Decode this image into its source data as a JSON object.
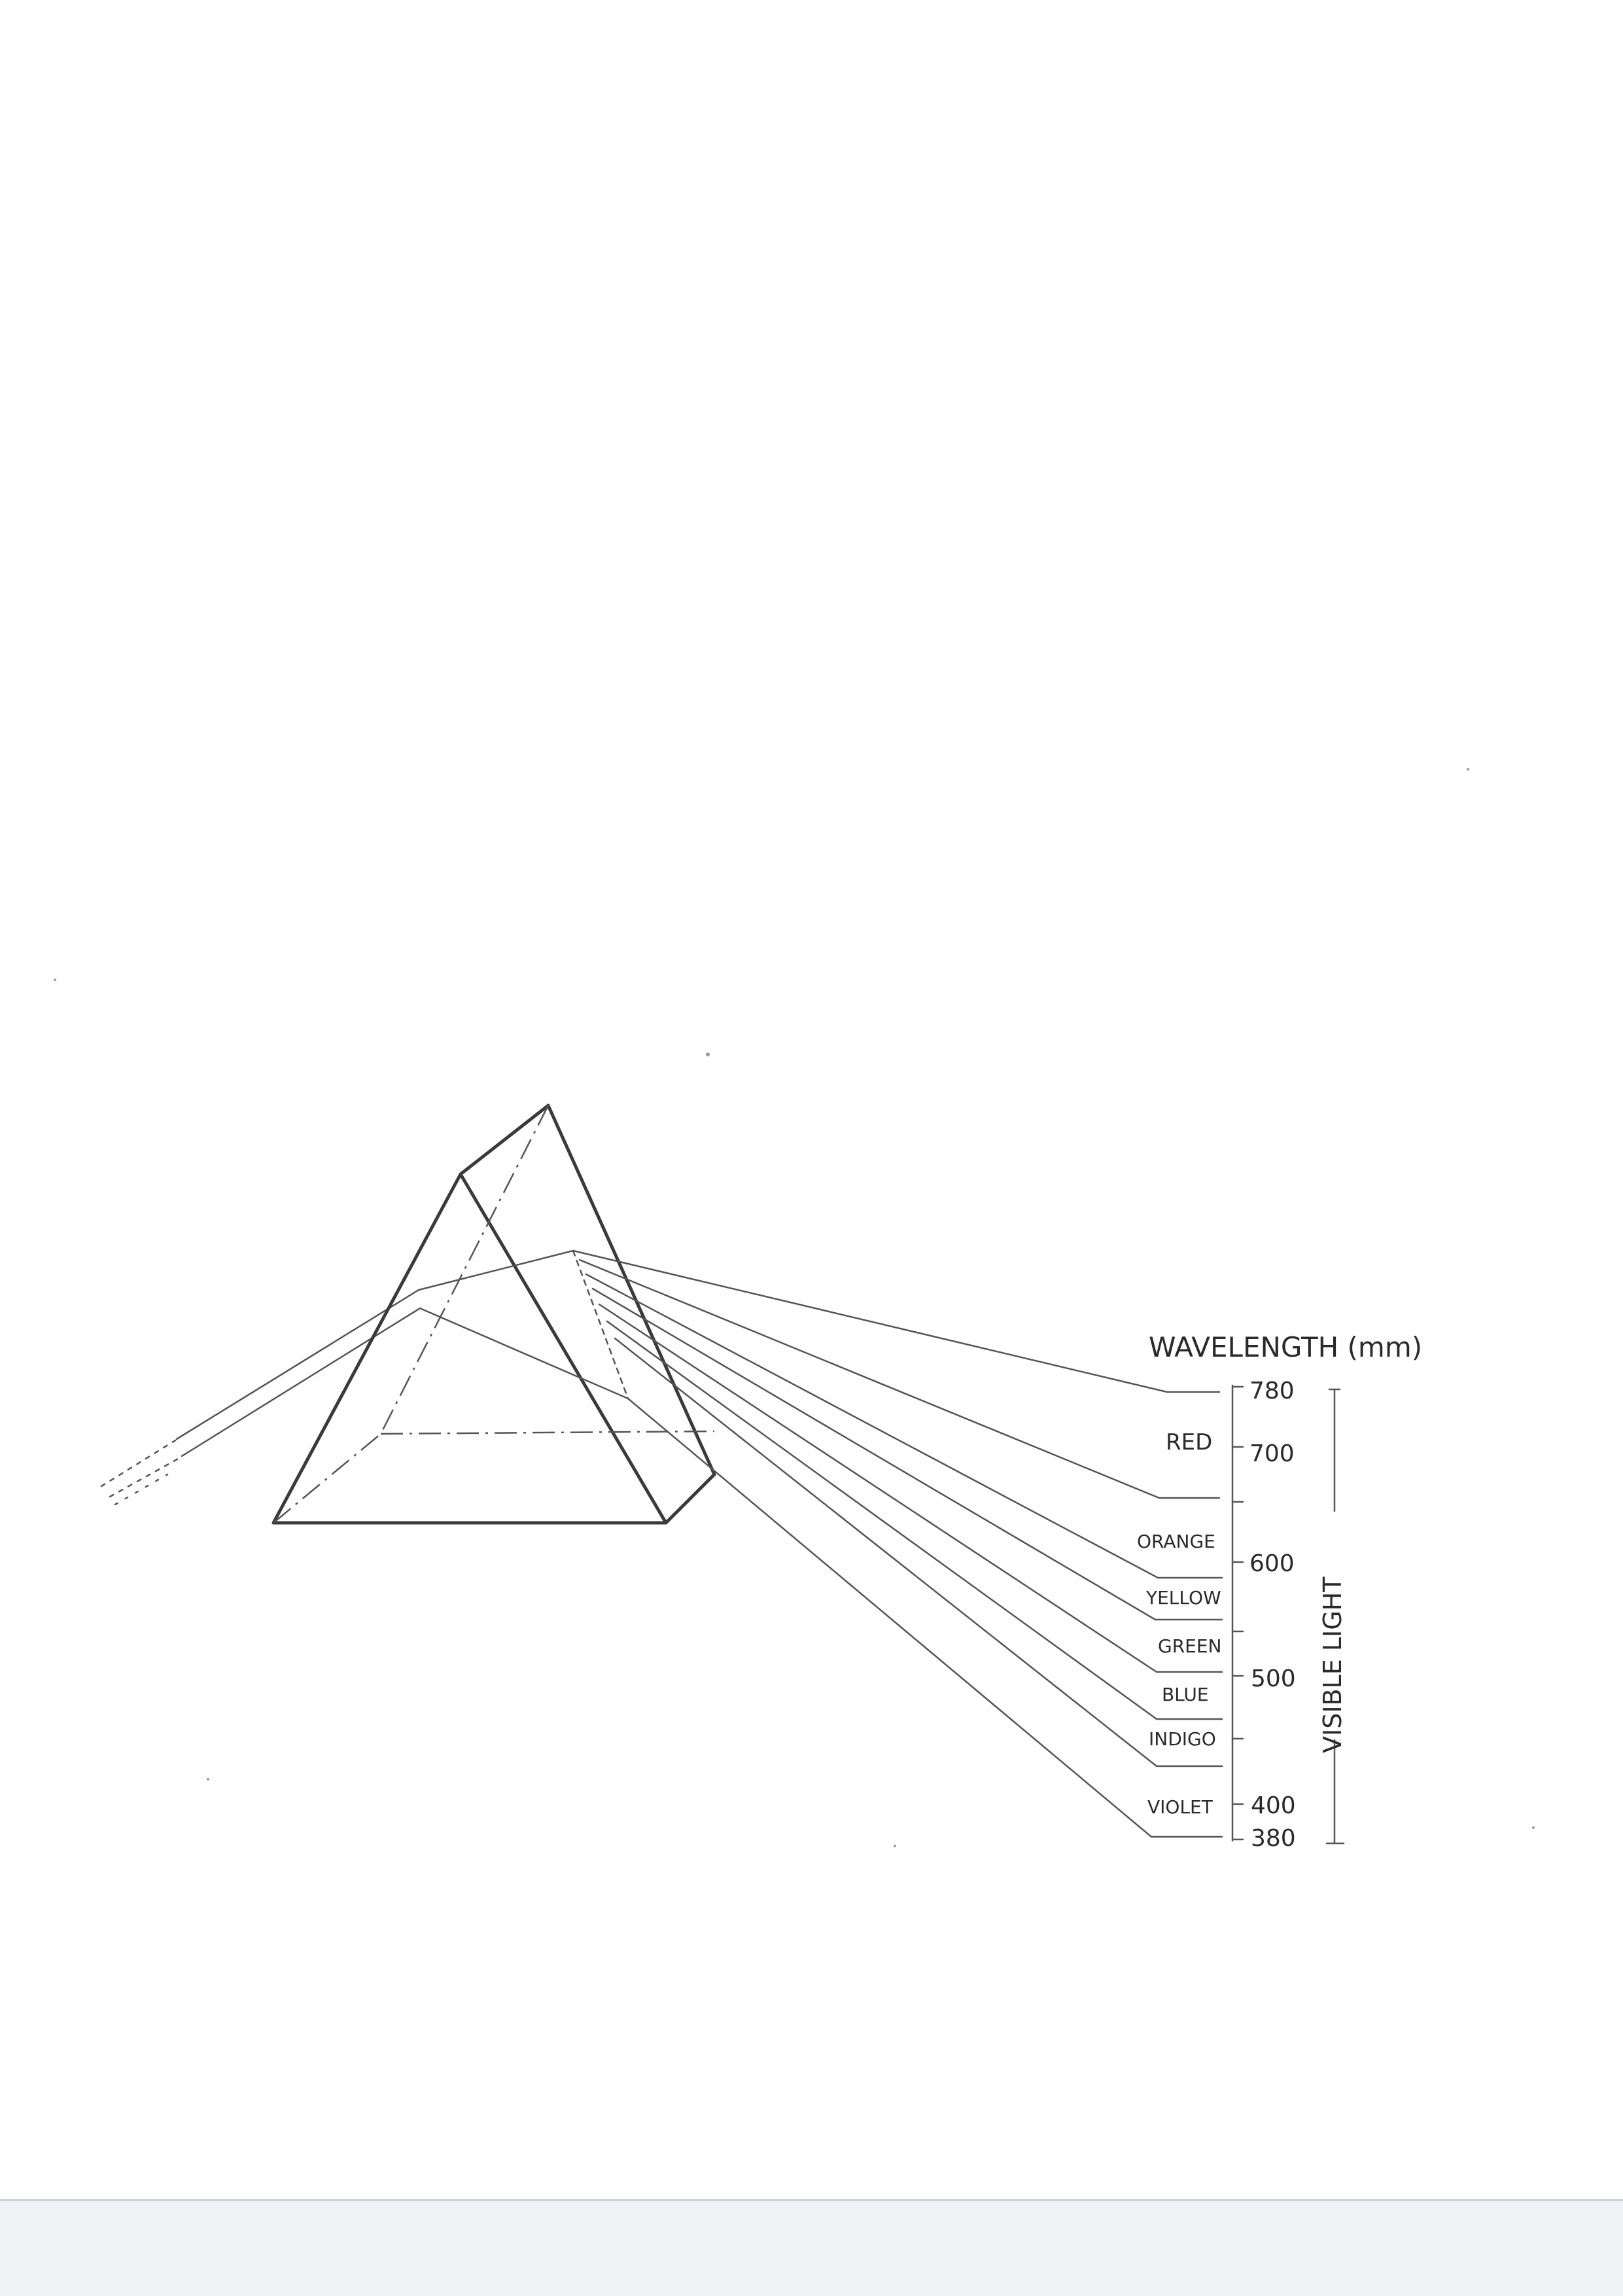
{
  "diagram": {
    "axis_title": "WAVELENGTH (mm)",
    "side_label": "VISIBLE LIGHT",
    "ticks": [
      "780",
      "700",
      "600",
      "500",
      "400",
      "380"
    ],
    "bands": [
      "RED",
      "ORANGE",
      "YELLOW",
      "GREEN",
      "BLUE",
      "INDIGO",
      "VIOLET"
    ]
  }
}
